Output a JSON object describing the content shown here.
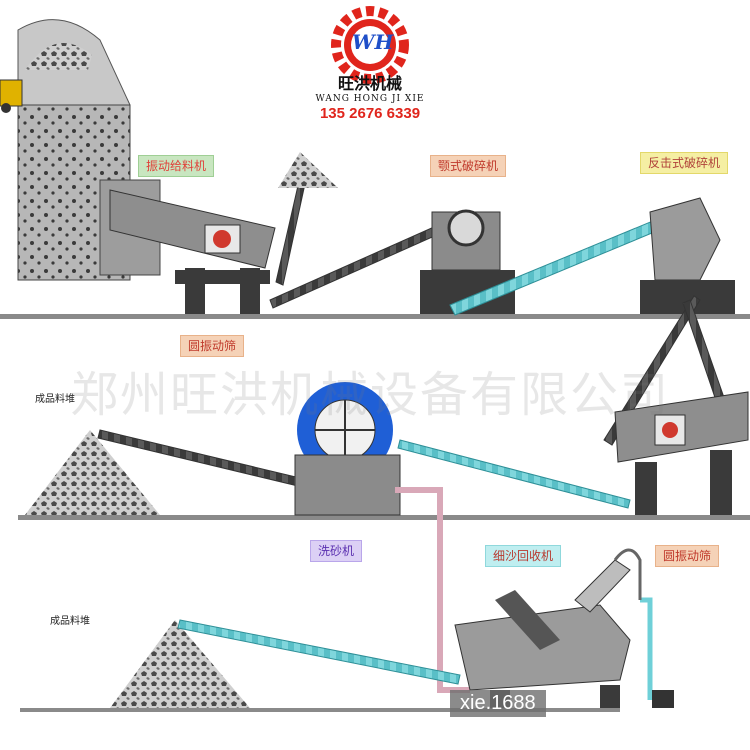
{
  "brand": {
    "logo_text": "WH",
    "name": "旺洪机械",
    "pinyin": "WANG HONG JI XIE",
    "phone": "135 2676 6339",
    "colors": {
      "gear": "#e0251c",
      "logo_fill": "#1f4fc8"
    }
  },
  "watermark": "郑州旺洪机械设备有限公司",
  "site_tag": "xie.1688",
  "labels": {
    "feeder": "振动给料机",
    "jaw_crusher": "颚式破碎机",
    "impact_crusher": "反击式破碎机",
    "vibrating_screen_1": "圆振动筛",
    "vibrating_screen_2": "圆振动筛",
    "sand_washer": "洗砂机",
    "fine_sand_recycler": "细沙回收机"
  },
  "notes": {
    "product_pile_mid": "成品料堆",
    "product_pile_bottom": "成品料堆"
  },
  "colors": {
    "ground": "#8a8a8a",
    "machine_dark": "#3a3a3a",
    "machine_mid": "#8b8b8b",
    "conveyor_teal": "#6fd0d8",
    "conveyor_dark": "#4a4a4a",
    "pipe": "#d9a8b8",
    "water_wheel": "#1f5fd6",
    "stone": "#5b5b5b"
  }
}
